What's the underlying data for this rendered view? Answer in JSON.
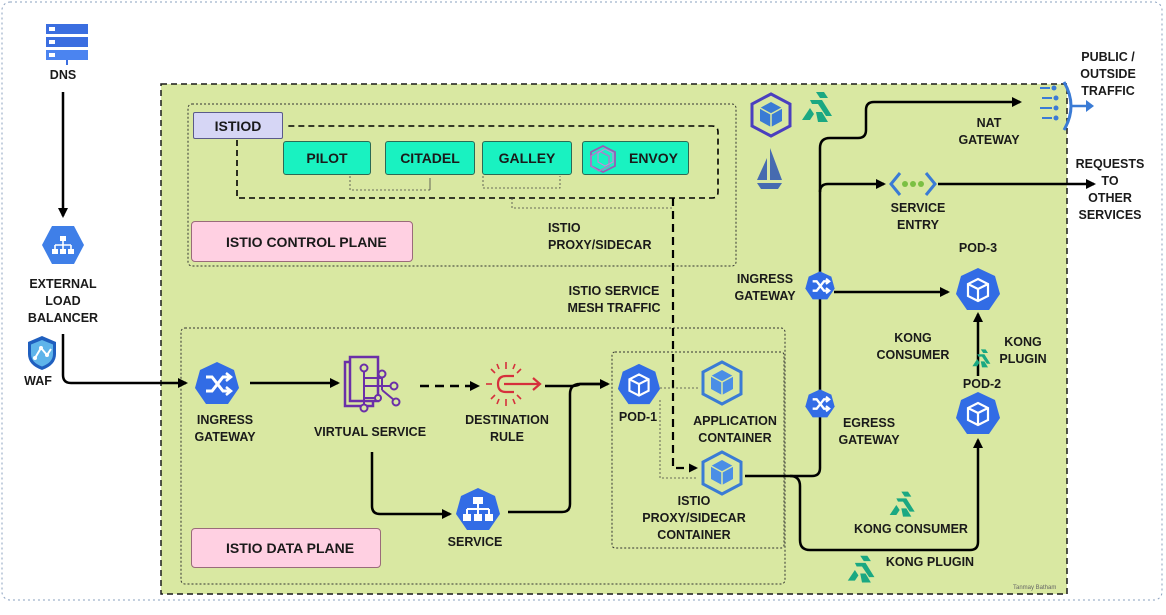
{
  "labels": {
    "dns": "DNS",
    "external_lb": "EXTERNAL\nLOAD\nBALANCER",
    "waf": "WAF",
    "ingress_gateway_main": "INGRESS\nGATEWAY",
    "virtual_service": "VIRTUAL SERVICE",
    "destination_rule": "DESTINATION\nRULE",
    "service": "SERVICE",
    "pod1": "POD-1",
    "application_container": "APPLICATION\nCONTAINER",
    "istio_proxy_container": "ISTIO\nPROXY/SIDECAR\nCONTAINER",
    "istio_proxy_sidecar": "ISTIO\nPROXY/SIDECAR",
    "istio_mesh_traffic": "ISTIO SERVICE\nMESH TRAFFIC",
    "ingress_gateway_right": "INGRESS\nGATEWAY",
    "egress_gateway": "EGRESS\nGATEWAY",
    "nat_gateway": "NAT\nGATEWAY",
    "service_entry": "SERVICE\nENTRY",
    "public_traffic": "PUBLIC /\nOUTSIDE\nTRAFFIC",
    "requests_other": "REQUESTS\nTO\nOTHER\nSERVICES",
    "pod3": "POD-3",
    "pod2": "POD-2",
    "kong_consumer_top": "KONG\nCONSUMER",
    "kong_plugin_top": "KONG\nPLUGIN",
    "kong_consumer_bottom": "KONG CONSUMER",
    "kong_plugin_bottom": "KONG PLUGIN",
    "signature": "Tanmay Batham"
  },
  "boxes": {
    "istiod": "ISTIOD",
    "pilot": "PILOT",
    "citadel": "CITADEL",
    "galley": "GALLEY",
    "envoy": "ENVOY",
    "control_plane": "ISTIO CONTROL PLANE",
    "data_plane": "ISTIO DATA PLANE"
  },
  "colors": {
    "mesh_background": "#d9e8a2",
    "component_fill": "#19f2c1",
    "plane_label_fill": "#ffd0e2",
    "istiod_fill": "#d6d6f5",
    "k8s_blue": "#3970e4",
    "kong_green": "#1aa882",
    "destination_red": "#d6303c",
    "virtual_service_purple": "#6b2fa8",
    "arrow": "#000000"
  },
  "icons": [
    "dns-icon",
    "load-balancer-icon",
    "waf-icon",
    "gateway-icon",
    "virtual-service-icon",
    "destination-rule-icon",
    "service-icon",
    "pod-icon",
    "container-icon",
    "istio-icon",
    "kong-icon",
    "service-entry-icon",
    "nat-gateway-icon",
    "envoy-icon"
  ]
}
